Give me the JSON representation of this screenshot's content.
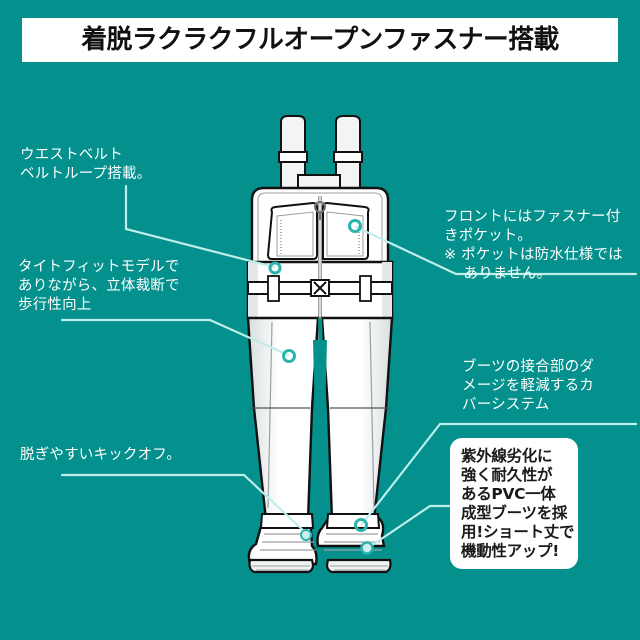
{
  "page": {
    "background_color": "#04908c",
    "illustration": "chest-waders-front-view"
  },
  "header": {
    "banner_text": "着脱ラクラクフルオープンファスナー搭載",
    "banner_bg": "#ffffff",
    "text_color": "#111111"
  },
  "callouts": {
    "waist_belt": "ウエストベルト\nベルトループ搭載。",
    "tight_fit": "タイトフィットモデルで\nありながら、立体裁断で\n歩行性向上",
    "kick_off": "脱ぎやすいキックオフ。",
    "front_pocket": "フロントにはファスナー付\nきポケット。\n※ ポケットは防水仕様では\n　 ありません。",
    "boot_cover": "ブーツの接合部のダ\nメージを軽減するカ\nバーシステム",
    "pvc_boot": "紫外線劣化に\n強く耐久性が\nあるPVC一体\n成型ブーツを採\n用!ショート丈で\n機動性アップ!"
  },
  "colors": {
    "teal": "#04908c",
    "white": "#ffffff",
    "line": "#2bb3ae",
    "garment_fill": "#ffffff",
    "garment_outline": "#111111",
    "garment_shade": "#e9eced",
    "zipper_grey": "#9aa0a2"
  }
}
